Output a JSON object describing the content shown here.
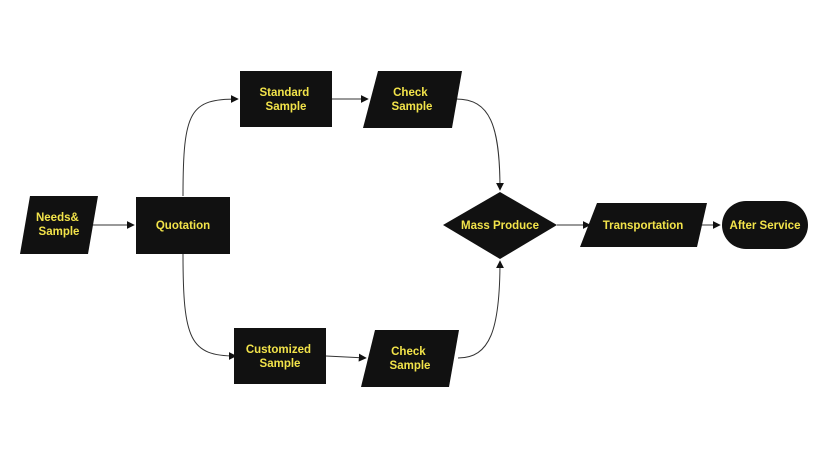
{
  "colors": {
    "background": "#ffffff",
    "node_fill": "#111111",
    "node_text": "#f2e34a",
    "edge": "#333333"
  },
  "nodes": {
    "needs_sample": {
      "lines": [
        "Needs&",
        "Sample"
      ]
    },
    "quotation": {
      "lines": [
        "Quotation"
      ]
    },
    "standard_sample": {
      "lines": [
        "Standard",
        "Sample"
      ]
    },
    "check_sample_top": {
      "lines": [
        "Check",
        "Sample"
      ]
    },
    "customized_sample": {
      "lines": [
        "Customized",
        "Sample"
      ]
    },
    "check_sample_bottom": {
      "lines": [
        "Check",
        "Sample"
      ]
    },
    "mass_produce": {
      "lines": [
        "Mass Produce"
      ]
    },
    "transportation": {
      "lines": [
        "Transportation"
      ]
    },
    "after_service": {
      "lines": [
        "After Service"
      ]
    }
  }
}
